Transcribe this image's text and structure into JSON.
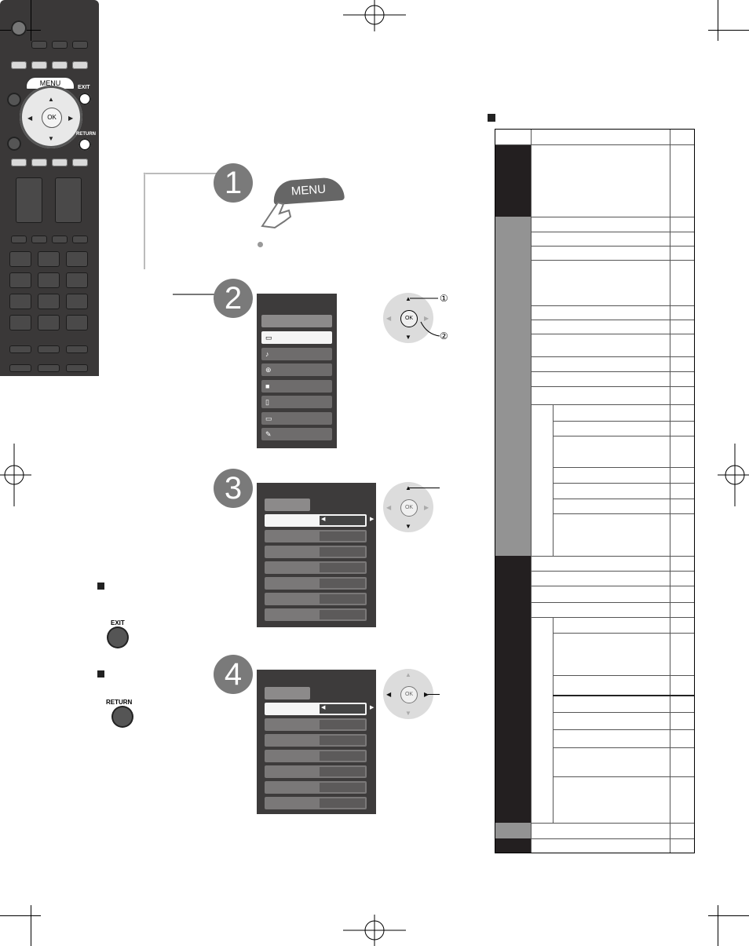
{
  "remote": {
    "menu_label": "MENU",
    "ok_label": "OK",
    "exit_label": "EXIT",
    "return_label": "RETURN"
  },
  "steps": {
    "step1": {
      "number": "1",
      "menu_button_label": "MENU"
    },
    "step2": {
      "number": "2",
      "pad_ok_label": "OK",
      "callout_1": "①",
      "callout_2": "②"
    },
    "step3": {
      "number": "3",
      "pad_ok_label": "OK"
    },
    "step4": {
      "number": "4",
      "pad_ok_label": "OK"
    }
  },
  "notes": {
    "exit_button_label": "EXIT",
    "return_button_label": "RETURN"
  },
  "menu_icons": [
    "picture-icon",
    "audio-icon",
    "timer-icon",
    "lock-icon",
    "memory-card-icon",
    "cc-icon",
    "setup-icon"
  ]
}
